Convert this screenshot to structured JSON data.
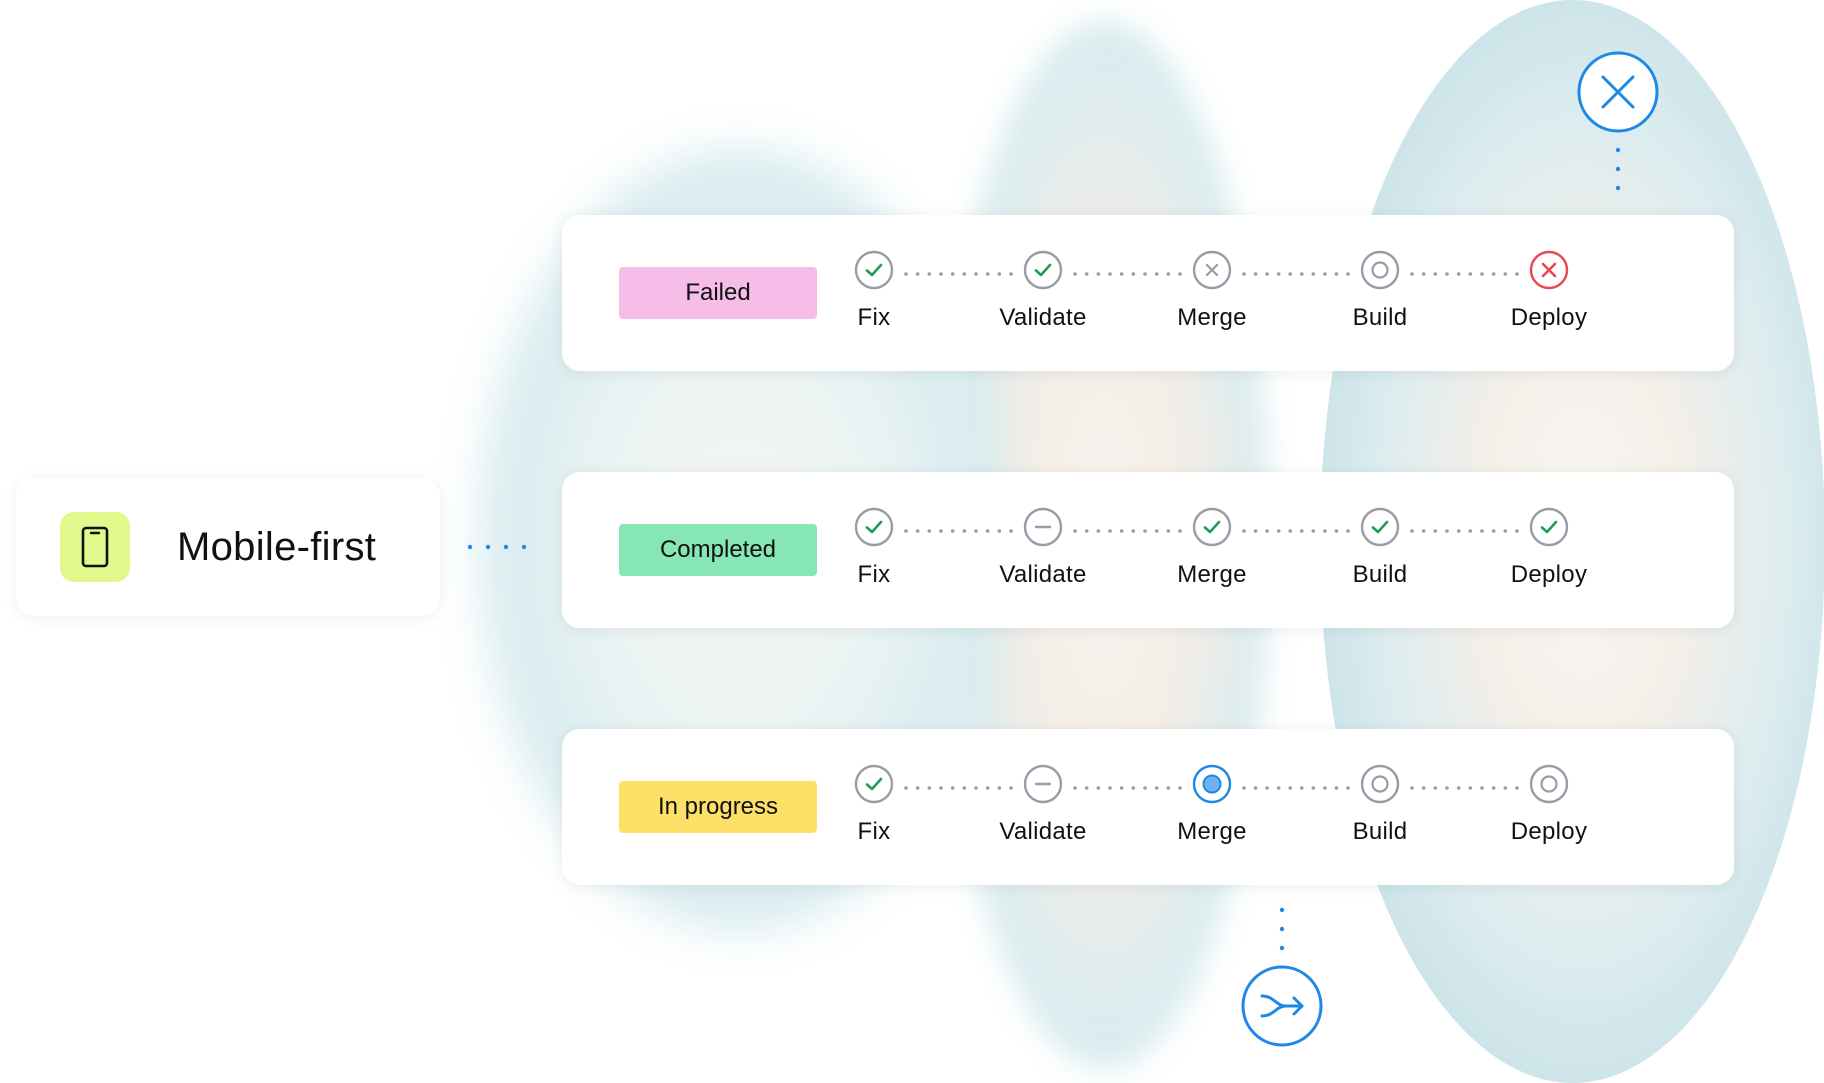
{
  "source": {
    "title": "Mobile-first",
    "icon": "mobile-device-icon",
    "badge_color": "#e3f88a"
  },
  "pipelines": [
    {
      "status": "Failed",
      "status_color": "#f7bde9",
      "steps": [
        {
          "label": "Fix",
          "state": "success"
        },
        {
          "label": "Validate",
          "state": "success"
        },
        {
          "label": "Merge",
          "state": "cancelled"
        },
        {
          "label": "Build",
          "state": "pending"
        },
        {
          "label": "Deploy",
          "state": "failed"
        }
      ]
    },
    {
      "status": "Completed",
      "status_color": "#86e6b4",
      "steps": [
        {
          "label": "Fix",
          "state": "success"
        },
        {
          "label": "Validate",
          "state": "skipped"
        },
        {
          "label": "Merge",
          "state": "success"
        },
        {
          "label": "Build",
          "state": "success"
        },
        {
          "label": "Deploy",
          "state": "success"
        }
      ]
    },
    {
      "status": "In progress",
      "status_color": "#fde068",
      "steps": [
        {
          "label": "Fix",
          "state": "success"
        },
        {
          "label": "Validate",
          "state": "skipped"
        },
        {
          "label": "Merge",
          "state": "running"
        },
        {
          "label": "Build",
          "state": "pending"
        },
        {
          "label": "Deploy",
          "state": "pending"
        }
      ]
    }
  ],
  "actions": {
    "close_icon": "close-circle-icon",
    "merge_icon": "merge-arrow-icon"
  },
  "colors": {
    "success": "#1f9d55",
    "failed": "#e8484f",
    "neutral": "#9a9aa8",
    "accent": "#1e88e5"
  }
}
